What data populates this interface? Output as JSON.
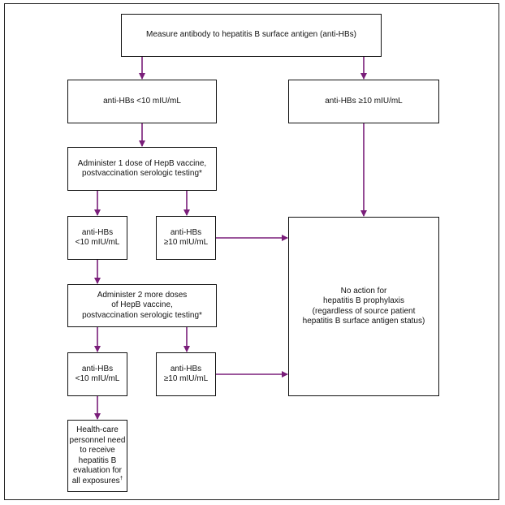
{
  "colors": {
    "arrow": "#7a1e7a",
    "border": "#111111",
    "frame": "#222222"
  },
  "nodes": {
    "measure": "Measure antibody to hepatitis B surface antigen (anti-HBs)",
    "initial_low": "anti-HBs <10 mIU/mL",
    "initial_high": "anti-HBs ≥10 mIU/mL",
    "one_dose": "Administer 1 dose of HepB vaccine,\npostvaccination serologic testing*",
    "after_one_low": "anti-HBs\n<10 mIU/mL",
    "after_one_high": "anti-HBs\n≥10 mIU/mL",
    "two_doses": "Administer 2 more doses\nof HepB vaccine,\npostvaccination serologic testing*",
    "after_two_low": "anti-HBs\n<10 mIU/mL",
    "after_two_high": "anti-HBs\n≥10 mIU/mL",
    "evaluation": "Health-care\npersonnel need\nto receive\nhepatitis B\nevaluation for\nall exposures",
    "evaluation_mark": "†",
    "no_action": "No action for\nhepatitis B prophylaxis\n(regardless of source patient\nhepatitis B surface antigen status)"
  }
}
